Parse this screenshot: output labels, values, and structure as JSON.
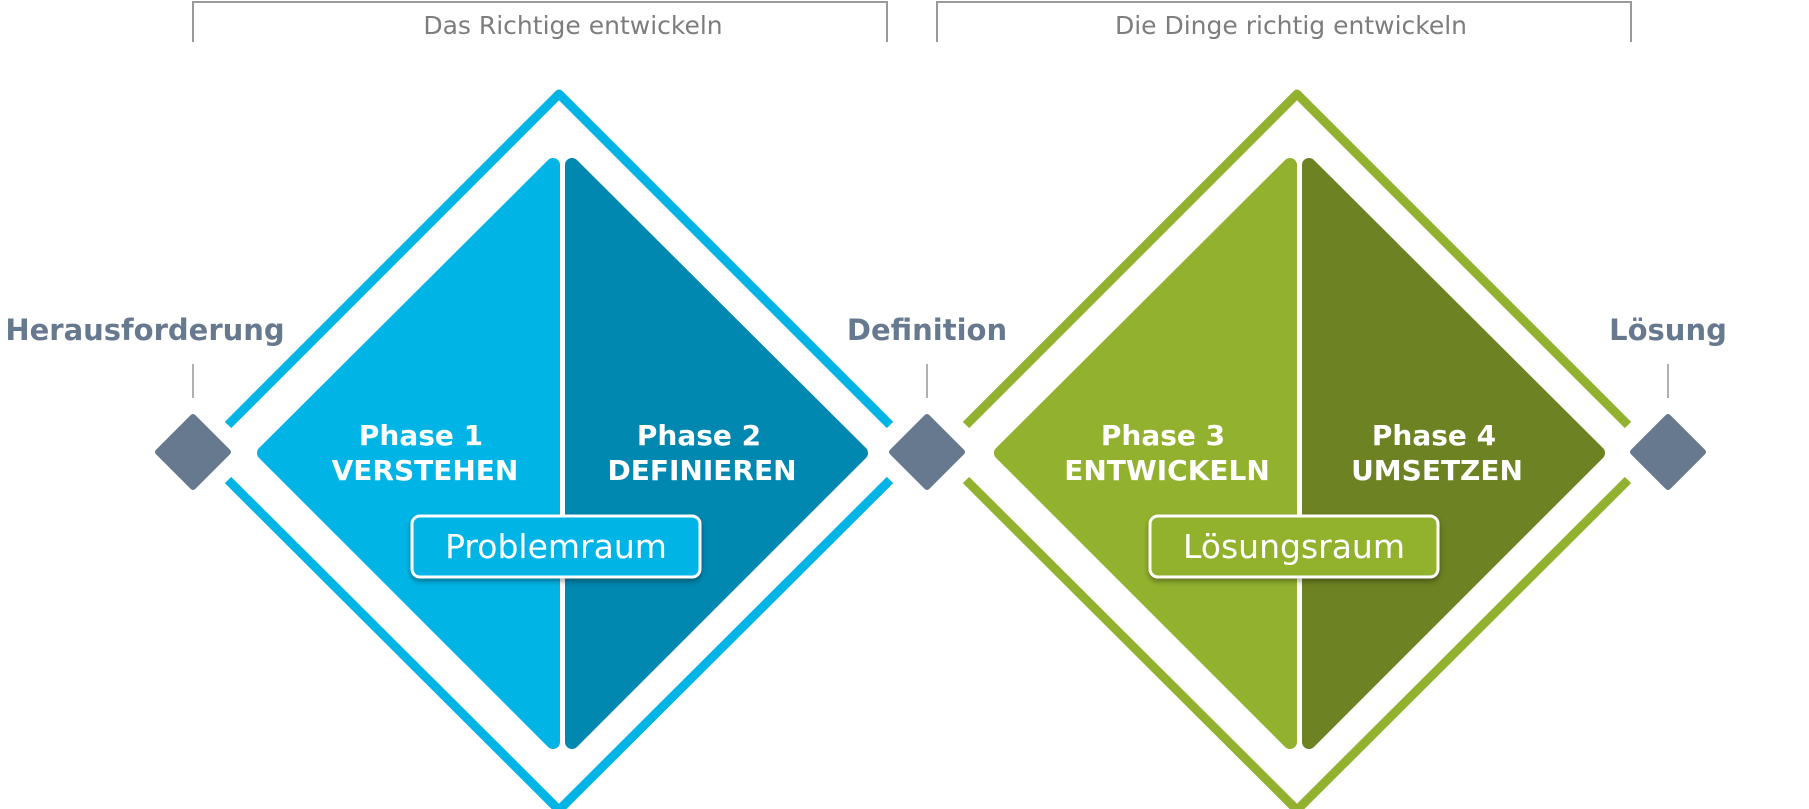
{
  "colors": {
    "blue_light": "#00b5e5",
    "blue_dark": "#0088b1",
    "green_light": "#92b22f",
    "green_dark": "#6d8222",
    "milestone": "#67798e",
    "bracket": "#9a9a9a",
    "bracket_text": "#7d7d7d"
  },
  "brackets": [
    {
      "label": "Das Richtige entwickeln"
    },
    {
      "label": "Die Dinge richtig entwickeln"
    }
  ],
  "milestones": [
    {
      "label": "Herausforderung",
      "icon": "diamond-marker-icon"
    },
    {
      "label": "Definition",
      "icon": "diamond-marker-icon"
    },
    {
      "label": "Lösung",
      "icon": "diamond-marker-icon"
    }
  ],
  "diamonds": [
    {
      "space_label": "Problemraum",
      "phases": [
        {
          "title": "Phase 1",
          "name": "VERSTEHEN"
        },
        {
          "title": "Phase 2",
          "name": "DEFINIEREN"
        }
      ]
    },
    {
      "space_label": "Lösungsraum",
      "phases": [
        {
          "title": "Phase 3",
          "name": "ENTWICKELN"
        },
        {
          "title": "Phase 4",
          "name": "UMSETZEN"
        }
      ]
    }
  ]
}
